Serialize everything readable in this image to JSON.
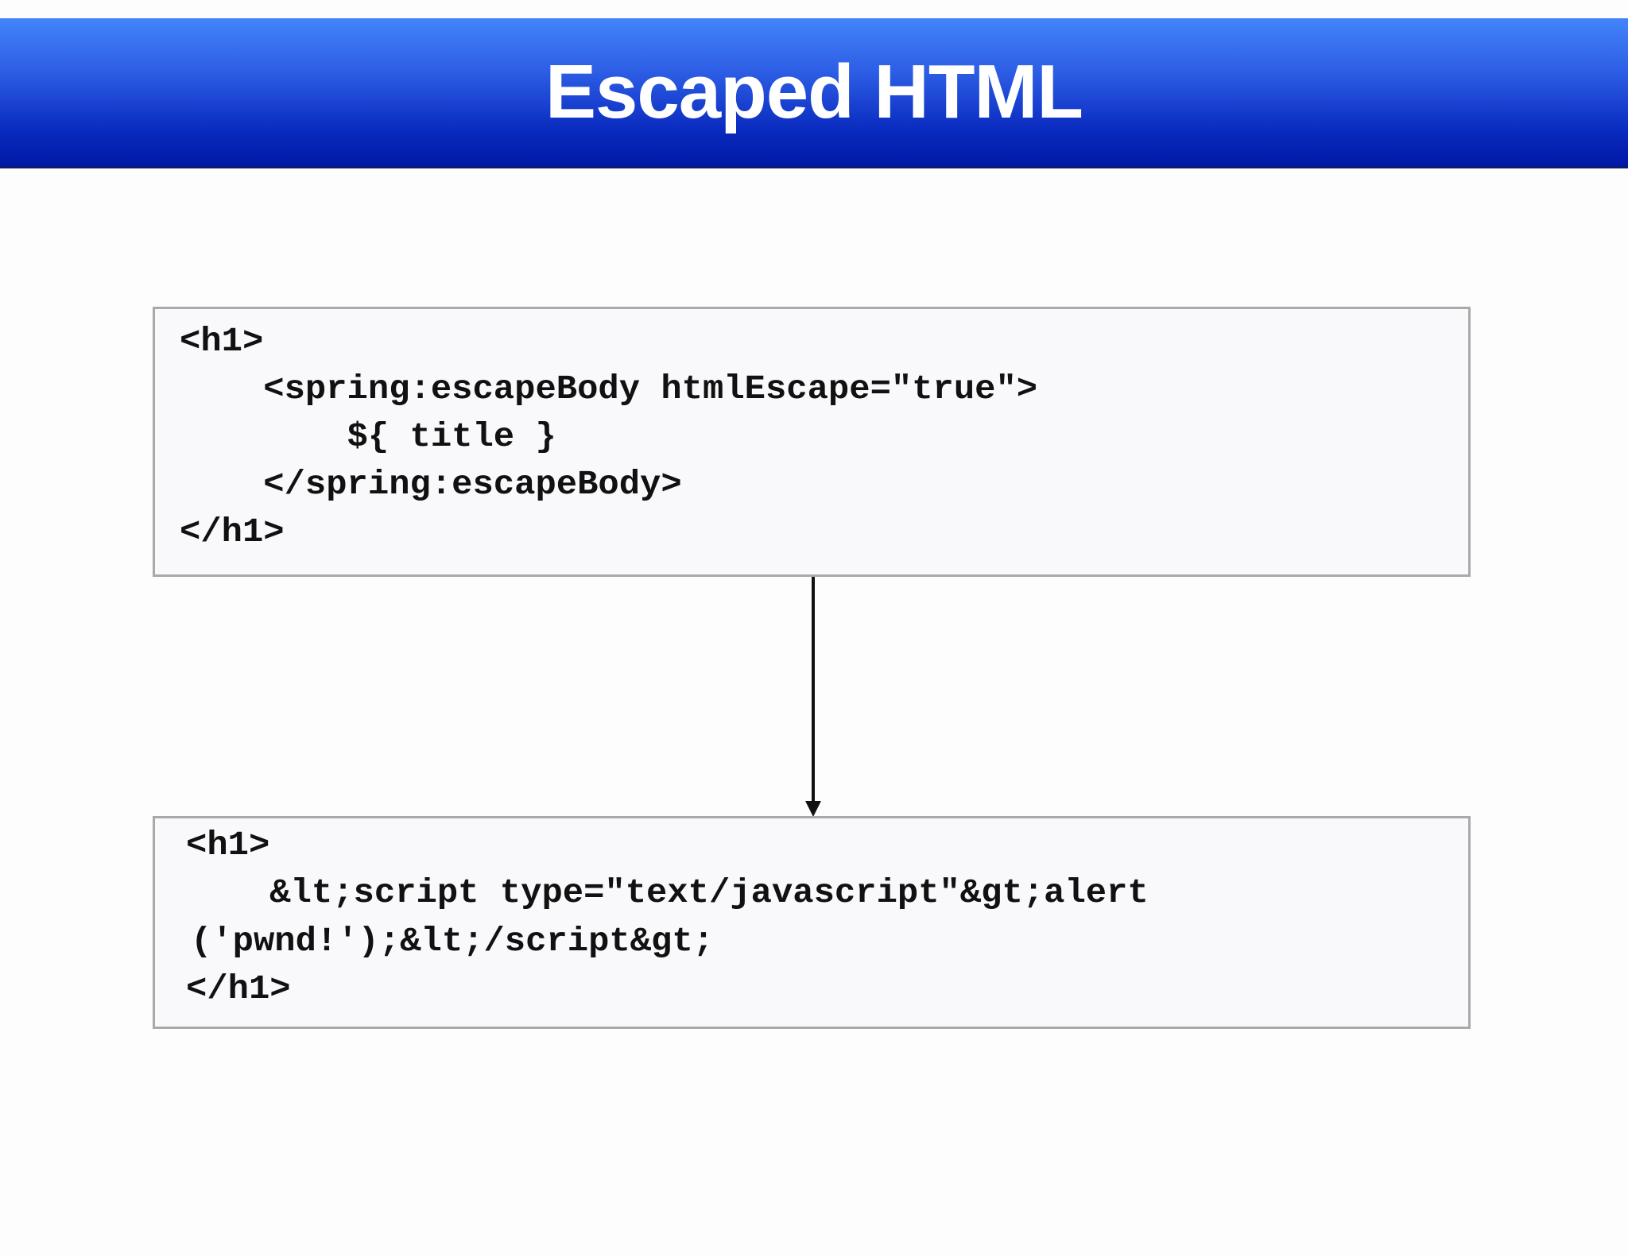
{
  "slide": {
    "title": "Escaped HTML",
    "source_code": {
      "lines": [
        "<h1>",
        "    <spring:escapeBody htmlEscape=\"true\">",
        "        ${ title }",
        "    </spring:escapeBody>",
        "</h1>"
      ]
    },
    "output_code": {
      "lines": [
        "<h1>",
        "    &lt;script type=\"text/javascript\"&gt;alert",
        "('pwnd!');&lt;/script&gt;",
        "</h1>"
      ]
    },
    "colors": {
      "header_top": "#4384fa",
      "header_bottom": "#0018a6",
      "box_fill": "#f9f8fa",
      "box_border": "#a9a9a9"
    },
    "arrow_icon": "arrow-down-icon"
  }
}
